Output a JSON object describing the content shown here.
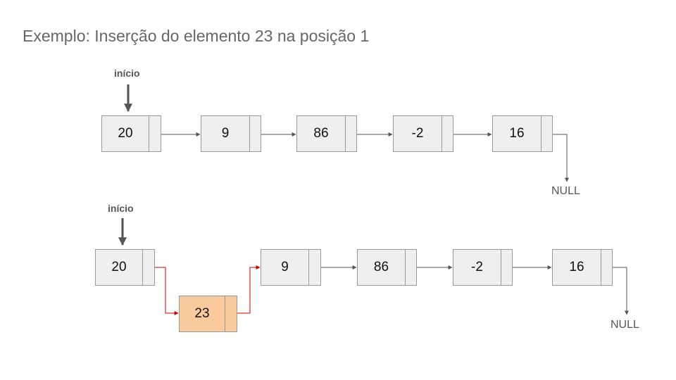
{
  "title": "Exemplo: Inserção do elemento 23 na posição 1",
  "list_before": {
    "head_label": "início",
    "nodes": [
      "20",
      "9",
      "86",
      "-2",
      "16"
    ],
    "null_label": "NULL"
  },
  "list_after": {
    "head_label": "início",
    "nodes": [
      "20",
      "23",
      "9",
      "86",
      "-2",
      "16"
    ],
    "inserted_value": "23",
    "null_label": "NULL"
  },
  "colors": {
    "link": "#555555",
    "new_link": "#cc0000",
    "node_fill": "#efefef",
    "inserted_fill": "#f9cb9c"
  }
}
